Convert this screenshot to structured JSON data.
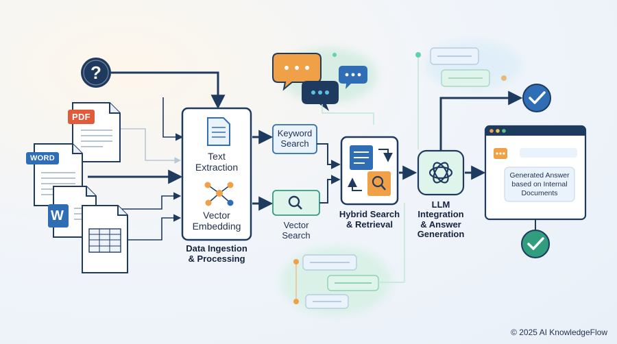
{
  "question_glyph": "?",
  "badges": {
    "pdf": "PDF",
    "word": "WORD",
    "w_letter": "W"
  },
  "ingestion": {
    "text_extraction": "Text\nExtraction",
    "vector_embedding": "Vector\nEmbedding",
    "caption": "Data Ingestion\n& Processing"
  },
  "search": {
    "keyword": "Keyword\nSearch",
    "vector": "Vector\nSearch",
    "hybrid_caption": "Hybrid Search\n& Retrieval"
  },
  "llm": {
    "caption": "LLM\nIntegration\n& Answer\nGeneration"
  },
  "answer": {
    "text": "Generated Answer\nbased on Internal\nDocuments"
  },
  "footer": {
    "copyright": "© 2025 AI KnowledgeFlow"
  },
  "colors": {
    "navy": "#1f3a5f",
    "blue": "#2f6db5",
    "orange": "#f0a046",
    "green": "#2f9d7e",
    "mint": "#dff4ea",
    "pale": "#eaf3fb"
  }
}
